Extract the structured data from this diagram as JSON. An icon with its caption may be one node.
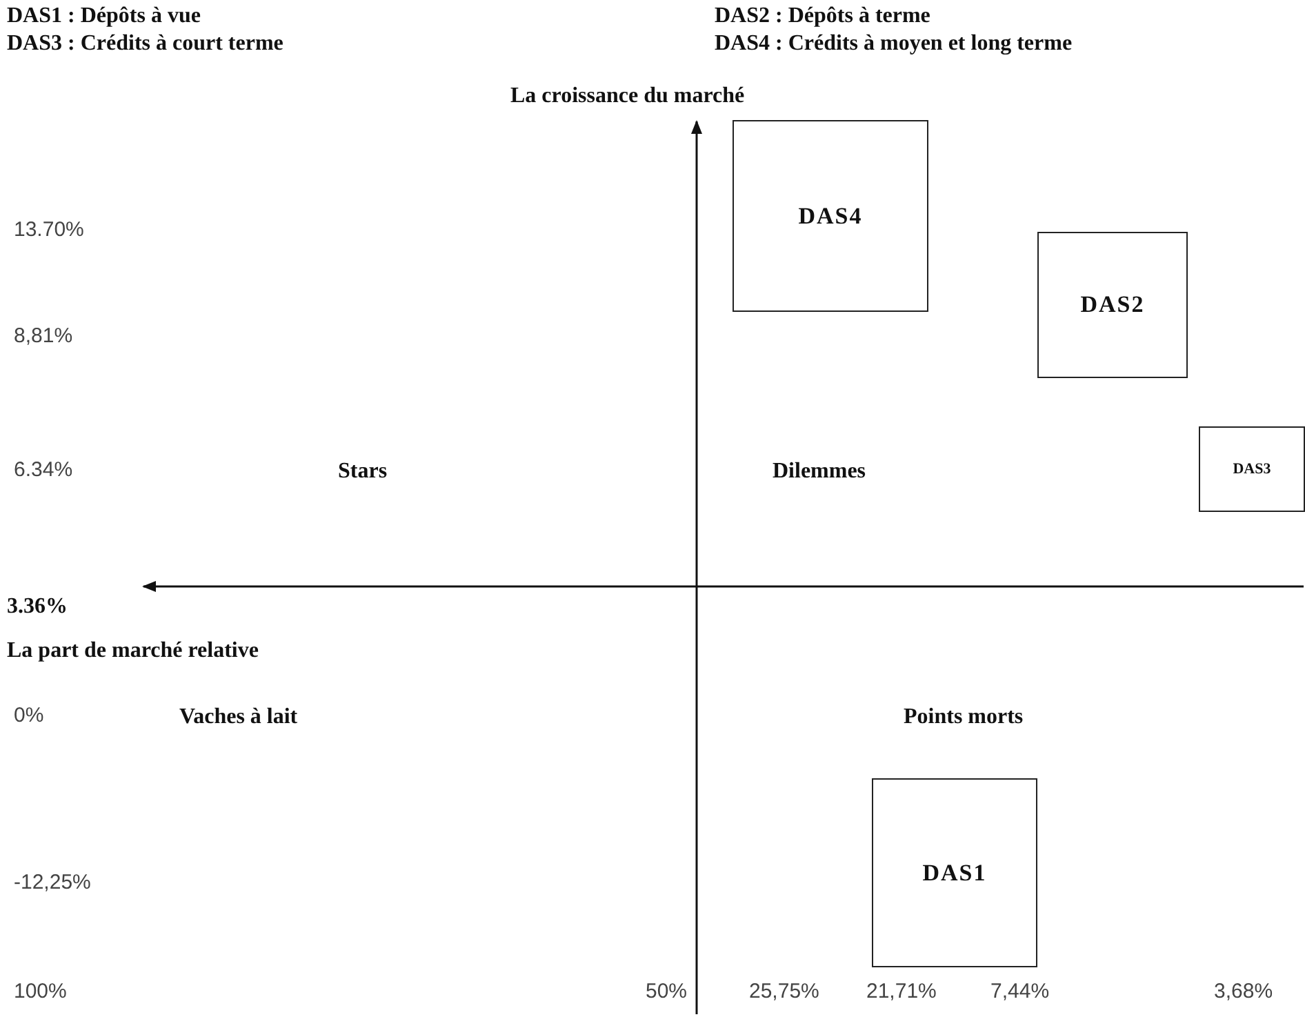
{
  "diagram": {
    "nodes": [
      {
        "text": [
          "DAS4"
        ]
      },
      {
        "text": [
          "DAS2"
        ]
      },
      {
        "text": [
          "DAS3"
        ]
      },
      {
        "text": [
          "DAS1"
        ]
      }
    ],
    "labels": [
      "DAS1 : Dépôts à vue",
      "DAS2 : Dépôts à terme",
      "DAS3 : Crédits à court terme",
      "DAS4 : Crédits à moyen et long terme",
      "La croissance du marché",
      "13.70%",
      "8,81%",
      "6.34%",
      "Stars",
      "Dilemmes",
      "3.36%",
      "La part de marché relative",
      "0%",
      "Vaches à lait",
      "Points morts",
      "-12,25%",
      "100%",
      "50%",
      "25,75%",
      "21,71%",
      "7,44%",
      "3,68%"
    ]
  }
}
